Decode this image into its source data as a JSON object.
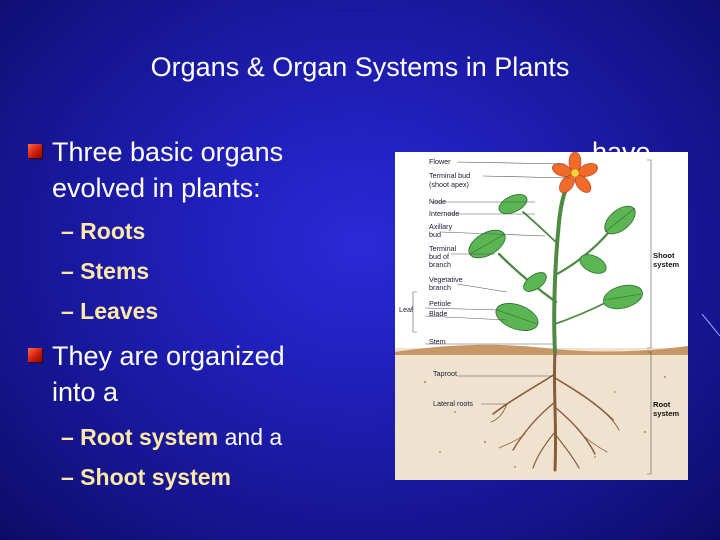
{
  "slide": {
    "title": "Organs & Organ Systems in Plants",
    "bullet1": {
      "line1": "Three basic organs",
      "line1_tail": "have",
      "line2": "evolved in plants:",
      "items": [
        "– Roots",
        "– Stems",
        "– Leaves"
      ]
    },
    "bullet2": {
      "line1": "They are organized",
      "line2": "into a",
      "item1_bold": "– Root system",
      "item1_plain": " and a",
      "item2": "– Shoot system"
    }
  },
  "figure": {
    "labels": {
      "flower": "Flower",
      "terminal_bud": "Terminal bud",
      "shoot_apex": "(shoot apex)",
      "node": "Node",
      "internode": "Internode",
      "axillary": "Axillary",
      "bud": "bud",
      "terminal_bud_of": "Terminal",
      "bud_of": "bud of",
      "branch": "branch",
      "vegetative": "Vegetative",
      "veg_branch": "branch",
      "leaf": "Leaf",
      "petiole": "Petiole",
      "blade": "Blade",
      "stem": "Stem",
      "taproot": "Taproot",
      "lateral_roots": "Lateral roots",
      "shoot": "Shoot",
      "shoot_system": "system",
      "root": "Root",
      "root_system": "system"
    }
  },
  "colors": {
    "bullet": "#d01e0a",
    "subitem_text": "#ffe9a6",
    "background": "#1f1fb8"
  }
}
